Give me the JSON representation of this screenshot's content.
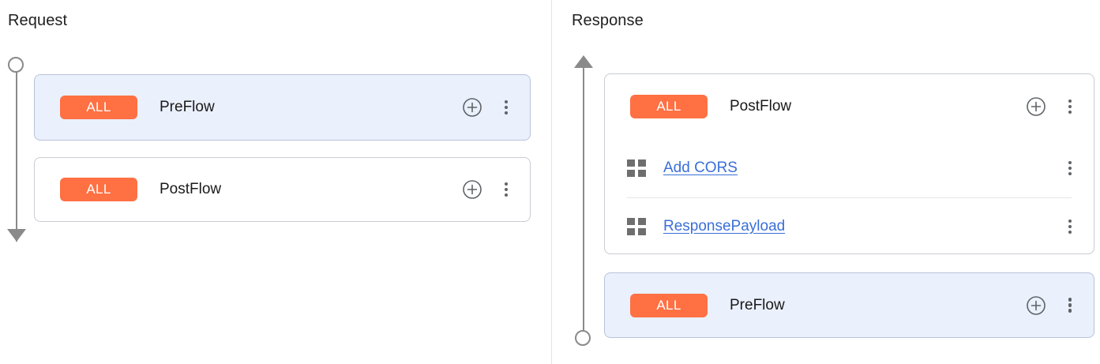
{
  "board": {
    "request_column": {
      "title": "Request",
      "rail": {
        "start_marker": "circle",
        "end_marker": "arrow-down",
        "direction": "down"
      },
      "cards": [
        {
          "id": "req-preflow",
          "selected": true,
          "badge": "ALL",
          "name": "PreFlow",
          "add_icon": "add-circle-icon",
          "more_icon": "more-vert-icon",
          "policies": []
        },
        {
          "id": "req-postflow",
          "selected": false,
          "badge": "ALL",
          "name": "PostFlow",
          "add_icon": "add-circle-icon",
          "more_icon": "more-vert-icon",
          "policies": []
        }
      ]
    },
    "response_column": {
      "title": "Response",
      "rail": {
        "start_marker": "arrow-up",
        "end_marker": "circle",
        "direction": "up"
      },
      "cards": [
        {
          "id": "res-postflow",
          "selected": false,
          "badge": "ALL",
          "name": "PostFlow",
          "add_icon": "add-circle-icon",
          "more_icon": "more-vert-icon",
          "policies": [
            {
              "icon": "policy-grid-icon",
              "label": "Add CORS",
              "more_icon": "more-vert-icon"
            },
            {
              "icon": "policy-grid-icon",
              "label": "ResponsePayload",
              "more_icon": "more-vert-icon"
            }
          ]
        },
        {
          "id": "res-preflow",
          "selected": true,
          "badge": "ALL",
          "name": "PreFlow",
          "add_icon": "add-circle-icon",
          "more_icon": "more-vert-icon",
          "policies": []
        }
      ]
    }
  },
  "colors": {
    "badge_background": "#ff7043",
    "badge_text": "#ffffff",
    "selected_card_background": "#eaf0fc",
    "selected_card_border": "#b8c3d9",
    "card_border": "#c8ccd2",
    "link": "#3a6fd8",
    "rail": "#8a8a8a",
    "divider": "#e6e6e6"
  }
}
